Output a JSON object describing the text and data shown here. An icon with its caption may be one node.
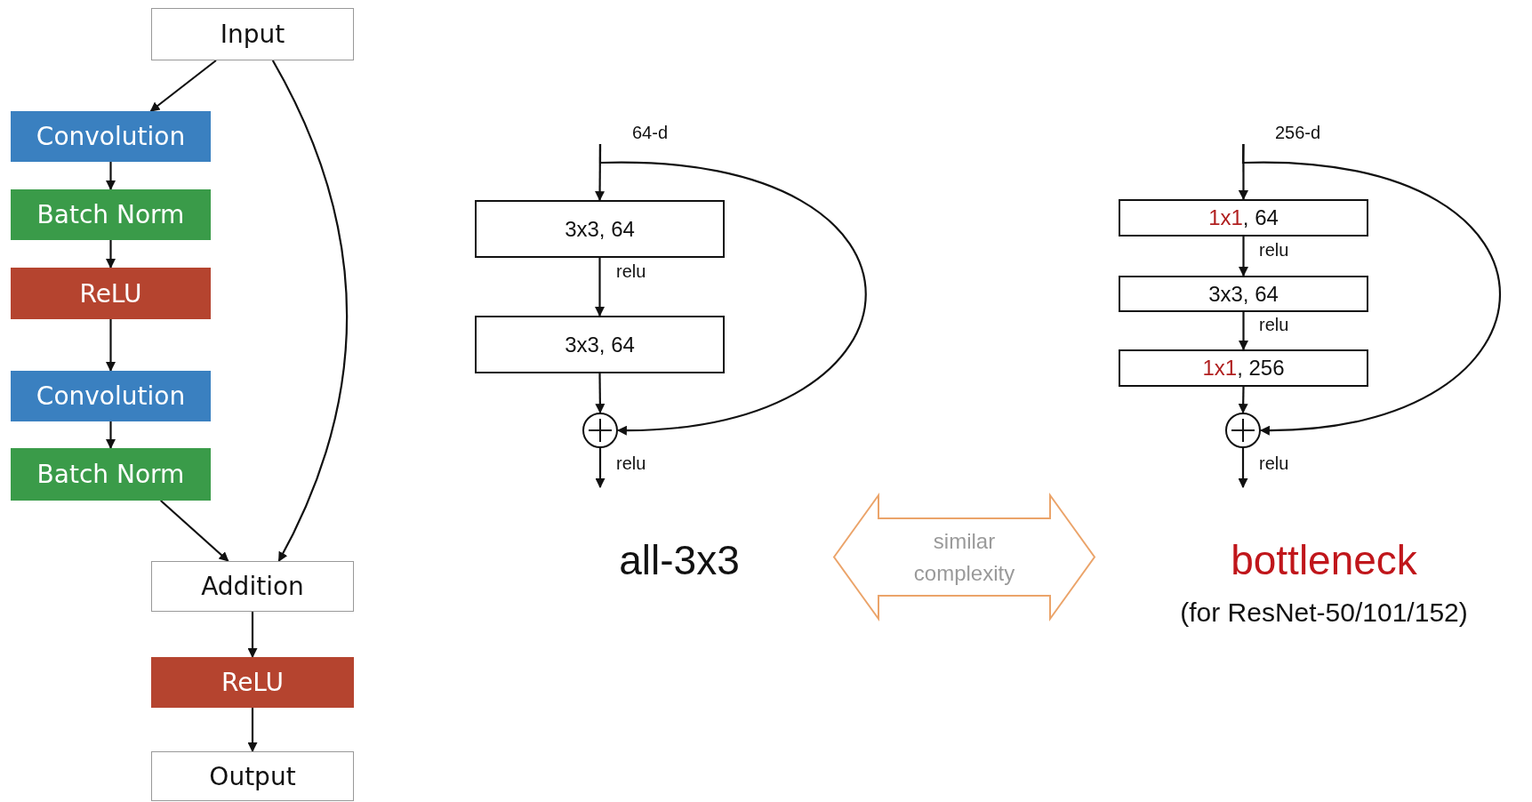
{
  "diagram": {
    "nodes": [
      {
        "text": [
          "Input"
        ]
      },
      {
        "text": [
          "Convolution"
        ]
      },
      {
        "text": [
          "Batch Norm"
        ]
      },
      {
        "text": [
          "ReLU"
        ]
      },
      {
        "text": [
          "Convolution"
        ]
      },
      {
        "text": [
          "Batch Norm"
        ]
      },
      {
        "text": [
          "Addition"
        ]
      },
      {
        "text": [
          "ReLU"
        ]
      },
      {
        "text": [
          "Output"
        ]
      },
      {
        "text": [
          "3x3, 64"
        ]
      },
      {
        "text": [
          "3x3, 64"
        ]
      },
      {
        "text": [],
        "shape": "circle"
      },
      {
        "text": [
          "1x1",
          ", 64"
        ]
      },
      {
        "text": [
          "3x3, 64"
        ]
      },
      {
        "text": [
          "1x1",
          ", 256"
        ]
      },
      {
        "text": [],
        "shape": "circle"
      },
      {
        "text": [
          "similar complexity"
        ]
      },
      {
        "text": [
          "64-d"
        ]
      },
      {
        "text": [
          "256-d"
        ]
      }
    ],
    "edges": [
      {
        "from": 0,
        "to": 1,
        "arrow": "to"
      },
      {
        "from": 1,
        "to": 2,
        "arrow": "to"
      },
      {
        "from": 2,
        "to": 3,
        "arrow": "to"
      },
      {
        "from": 3,
        "to": 4,
        "arrow": "to"
      },
      {
        "from": 4,
        "to": 5,
        "arrow": "to"
      },
      {
        "from": 5,
        "to": 6,
        "arrow": "to"
      },
      {
        "from": 0,
        "to": 6,
        "arrow": "to"
      },
      {
        "from": 6,
        "to": 7,
        "arrow": "to"
      },
      {
        "from": 7,
        "to": 8,
        "arrow": "to"
      },
      {
        "from": 17,
        "to": 9,
        "arrow": "to"
      },
      {
        "from": 9,
        "to": 10,
        "arrow": "to",
        "label": "relu"
      },
      {
        "from": 10,
        "to": 11,
        "arrow": "to"
      },
      {
        "from": 17,
        "to": 11,
        "arrow": "to"
      },
      {
        "from": 11,
        "to": null,
        "arrow": "to",
        "label": "relu"
      },
      {
        "from": 18,
        "to": 12,
        "arrow": "to"
      },
      {
        "from": 12,
        "to": 13,
        "arrow": "to",
        "label": "relu"
      },
      {
        "from": 13,
        "to": 14,
        "arrow": "to",
        "label": "relu"
      },
      {
        "from": 14,
        "to": 15,
        "arrow": "to"
      },
      {
        "from": 18,
        "to": 15,
        "arrow": "to"
      },
      {
        "from": 15,
        "to": null,
        "arrow": "to",
        "label": "relu"
      }
    ],
    "labels": [
      "all-3x3",
      "bottleneck",
      "(for ResNet-50/101/152)"
    ]
  }
}
